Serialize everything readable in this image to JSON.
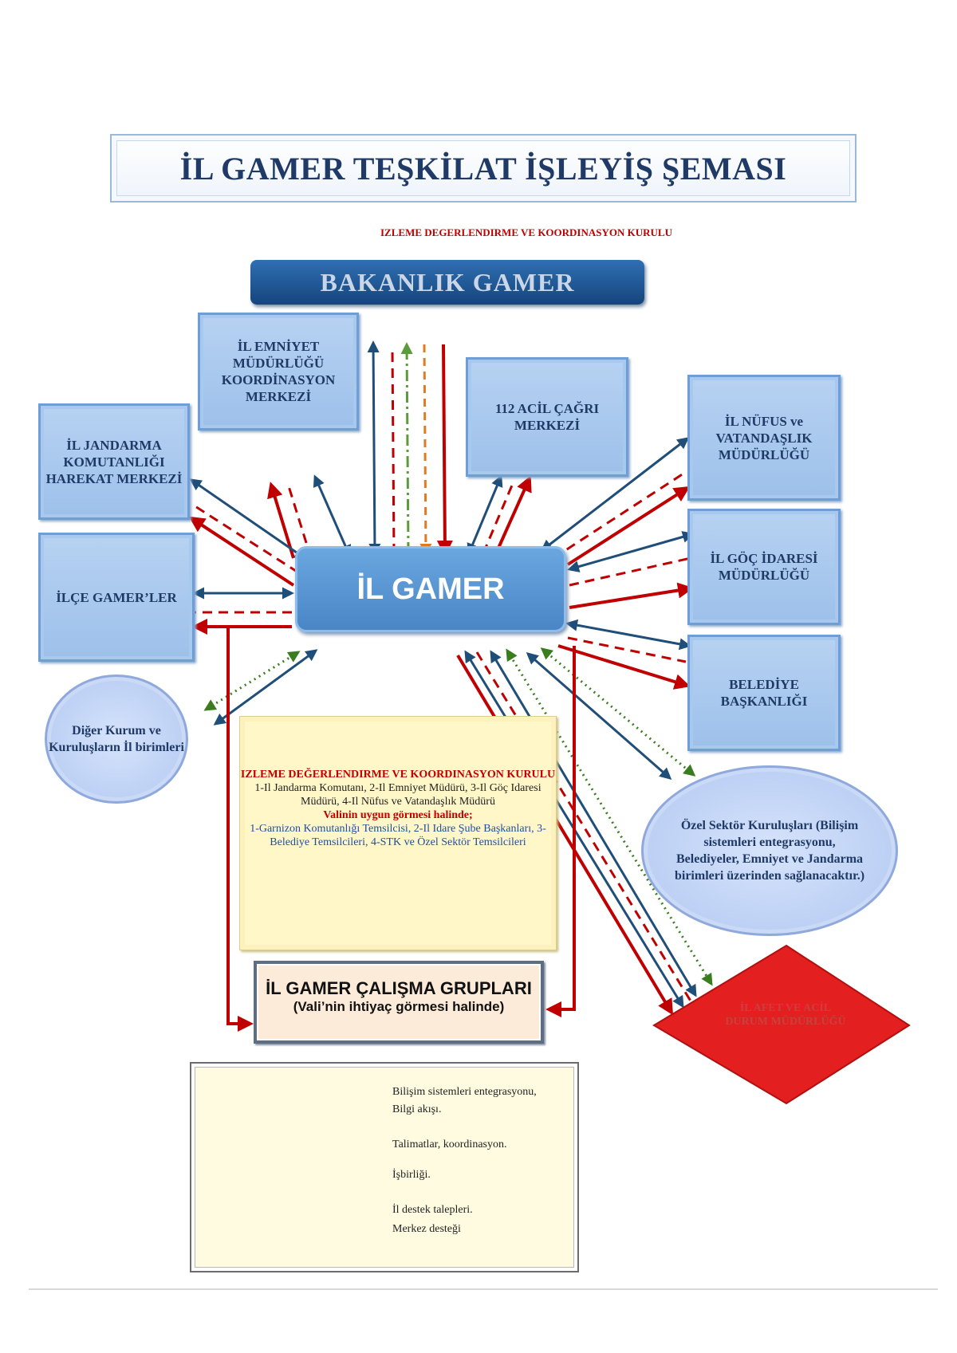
{
  "header": {
    "title": "İL GAMER TEŞKİLAT İŞLEYİŞ ŞEMASI",
    "subtitle": "IZLEME DEGERLENDIRME VE KOORDINASYON KURULU"
  },
  "nodes": {
    "bakanlik": "BAKANLIK GAMER",
    "center": "İL GAMER",
    "emniyet": "İL EMNİYET MÜDÜRLÜĞÜ KOORDİNASYON MERKEZİ",
    "acil112": "112 ACİL ÇAĞRI MERKEZİ",
    "jandarma": "İL JANDARMA KOMUTANLIĞI HAREKAT MERKEZİ",
    "ilce": "İLÇE GAMER’LER",
    "nufus": "İL NÜFUS ve VATANDAŞLIK MÜDÜRLÜĞÜ",
    "goc": "İL GÖÇ İDARESİ MÜDÜRLÜĞÜ",
    "belediye": "BELEDİYE BAŞKANLIĞI",
    "diger": "Diğer Kurum ve Kuruluşların İl birimleri",
    "ozel": "Özel Sektör Kuruluşları (Bilişim sistemleri entegrasyonu, Belediyeler, Emniyet ve Jandarma birimleri üzerinden sağlanacaktır.)",
    "afet": "İL AFET VE ACİL DURUM MÜDÜRLÜĞÜ"
  },
  "kurul": {
    "title": "IZLEME DEĞERLENDIRME VE KOORDINASYON KURULU",
    "members": "1-Il Jandarma Komutanı, 2-Il Emniyet Müdürü, 3-Il Göç Idaresi Müdürü, 4-Il Nüfus ve Vatandaşlık Müdürü",
    "condition": "Valinin uygun görmesi halinde;",
    "optional": "1-Garnizon Komutanlığı Temsilcisi, 2-Il Idare Şube Başkanları, 3-Belediye Temsilcileri, 4-STK ve Özel Sektör Temsilcileri"
  },
  "workgroup": {
    "title": "İL GAMER ÇALIŞMA GRUPLARI",
    "note": "(Vali’nin ihtiyaç görmesi halinde)"
  },
  "legend": [
    {
      "key": "it_integration",
      "label": "Bilişim sistemleri entegrasyonu,",
      "color": "#c00000",
      "style": "dashed"
    },
    {
      "key": "info_flow",
      "label": "Bilgi akışı.",
      "color": "#1f4e79",
      "style": "solid-double-arrow"
    },
    {
      "key": "instructions",
      "label": "Talimatlar, koordinasyon.",
      "color": "#c00000",
      "style": "solid-arrow"
    },
    {
      "key": "cooperation",
      "label": "İşbirliği.",
      "color": "#3a7d1e",
      "style": "dotted-double-arrow"
    },
    {
      "key": "local_support",
      "label": "İl destek talepleri.",
      "color": "#5b9b3a",
      "style": "dash-dot-arrow"
    },
    {
      "key": "central_support",
      "label": "Merkez desteği",
      "color": "#e07b22",
      "style": "dashed-arrow"
    }
  ],
  "colors": {
    "red": "#c00000",
    "navy": "#1f4e79",
    "green": "#3a7d1e",
    "lightgreen": "#5b9b3a",
    "orange": "#e07b22",
    "diamond": "#e41f1f"
  }
}
